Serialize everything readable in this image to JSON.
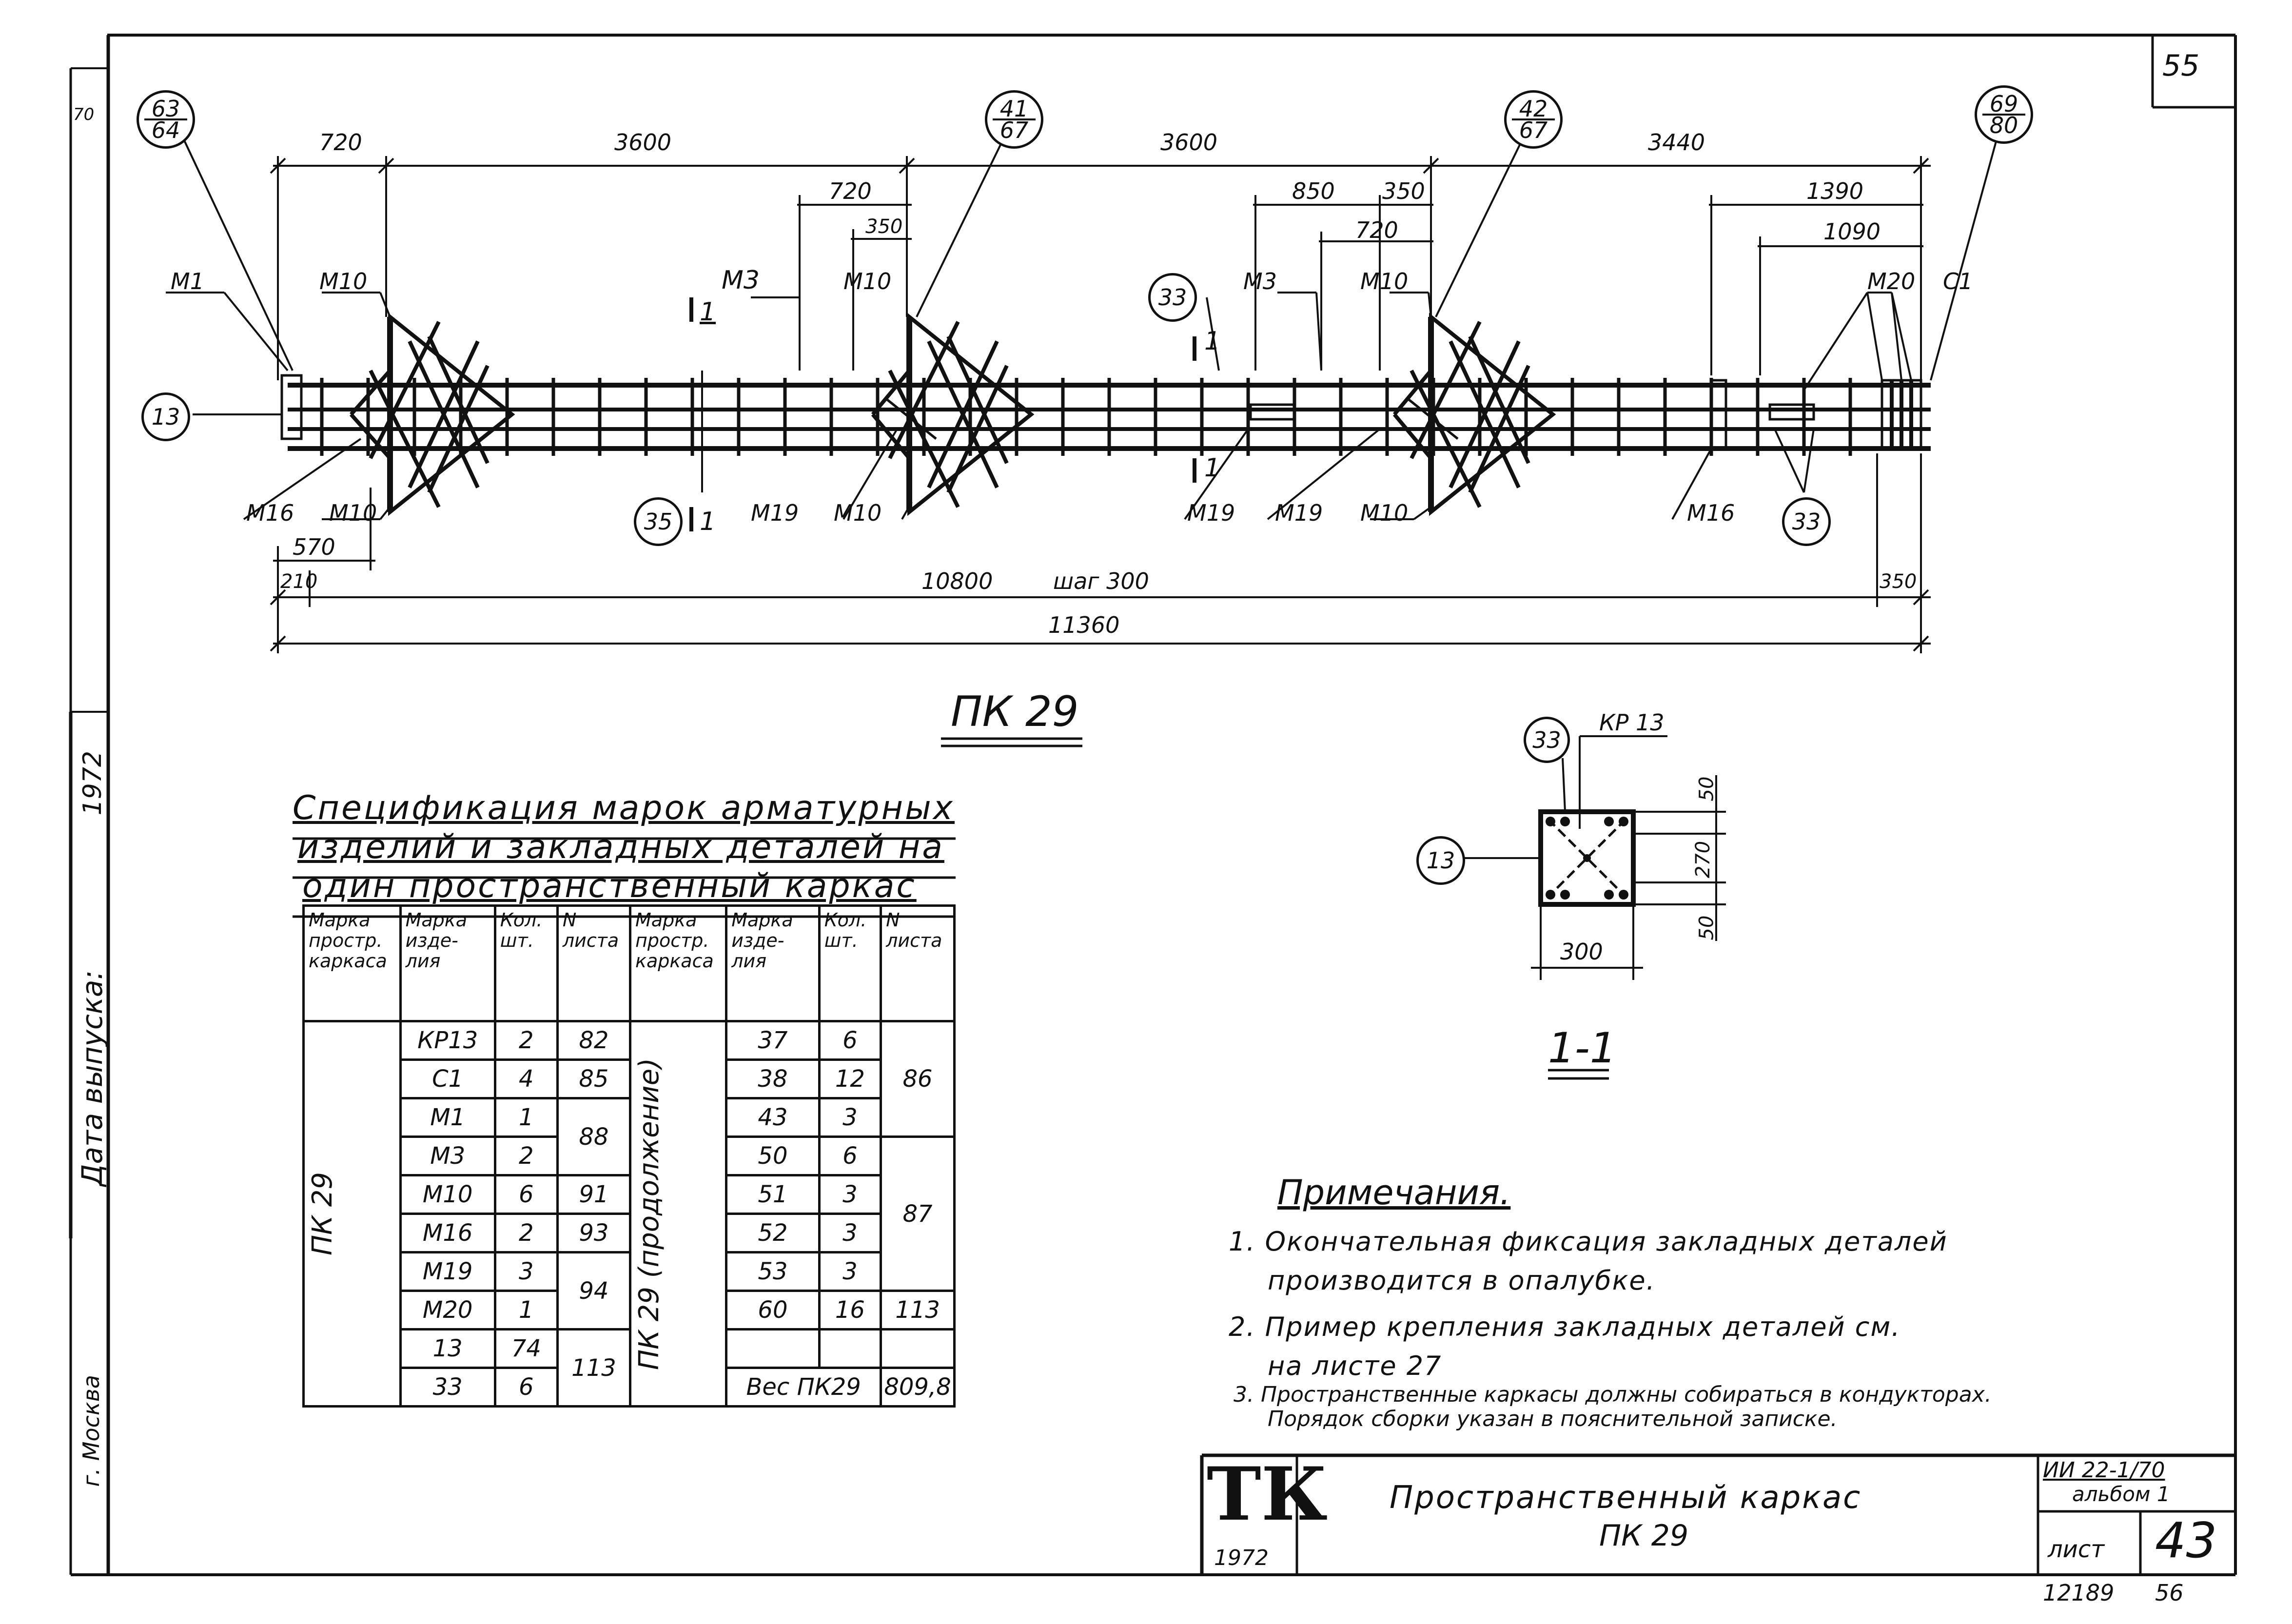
{
  "sheet_number": "55",
  "top_left_label": "70",
  "drawing": {
    "dims_top": [
      "720",
      "3600",
      "3600",
      "3440"
    ],
    "dims_second": [
      "720",
      "350",
      "850",
      "350",
      "720",
      "1390",
      "1090"
    ],
    "dims_bottom": [
      "570",
      "210",
      "10800",
      "шаг 300",
      "350",
      "11360"
    ],
    "circle_labels": {
      "c63_top": "63",
      "c63_bot": "64",
      "c41_top": "41",
      "c41_bot": "67",
      "c42_top": "42",
      "c42_bot": "67",
      "c69_top": "69",
      "c69_bot": "80",
      "c13": "13",
      "c35": "35",
      "c33a": "33",
      "c33b": "33"
    },
    "marks": {
      "m1": "М1",
      "m10a": "М10",
      "m3a": "М3",
      "m10b": "М10",
      "m3b": "М3",
      "m10c": "М10",
      "m20": "М20",
      "c1": "С1",
      "m16a": "М16",
      "m10d": "М10",
      "m19a": "М19",
      "m10e": "М10",
      "m19b": "М19",
      "m19c": "М19",
      "m10f": "М10",
      "m16b": "М16",
      "cut1": "1",
      "cut2": "1",
      "cut3": "1",
      "cut4": "1"
    },
    "caption": "ПК 29"
  },
  "section": {
    "circle_33": "33",
    "kp_label": "КР 13",
    "circle_13": "13",
    "dim_50a": "50",
    "dim_270": "270",
    "dim_50b": "50",
    "dim_300": "300",
    "caption": "1-1"
  },
  "spec": {
    "title_1": "Спецификация марок арматурных",
    "title_2": "изделий и закладных деталей на",
    "title_3": "один пространственный каркас",
    "headers": {
      "h1": "Марка простр. каркаса",
      "h2": "Марка изде- лия",
      "h3": "Кол. шт.",
      "h4": "N листа"
    },
    "left_group": "ПК 29",
    "right_group": "ПК 29 (продолжение)",
    "left_rows": [
      {
        "mark": "КР13",
        "qty": "2",
        "sheet": "82"
      },
      {
        "mark": "С1",
        "qty": "4",
        "sheet": "85"
      },
      {
        "mark": "М1",
        "qty": "1",
        "sheet": "88"
      },
      {
        "mark": "М3",
        "qty": "2",
        "sheet": ""
      },
      {
        "mark": "М10",
        "qty": "6",
        "sheet": "91"
      },
      {
        "mark": "М16",
        "qty": "2",
        "sheet": "93"
      },
      {
        "mark": "М19",
        "qty": "3",
        "sheet": "94"
      },
      {
        "mark": "М20",
        "qty": "1",
        "sheet": ""
      },
      {
        "mark": "13",
        "qty": "74",
        "sheet": "113"
      },
      {
        "mark": "33",
        "qty": "6",
        "sheet": ""
      }
    ],
    "right_rows": [
      {
        "mark": "37",
        "qty": "6"
      },
      {
        "mark": "38",
        "qty": "12"
      },
      {
        "mark": "43",
        "qty": "3"
      },
      {
        "mark": "50",
        "qty": "6"
      },
      {
        "mark": "51",
        "qty": "3"
      },
      {
        "mark": "52",
        "qty": "3"
      },
      {
        "mark": "53",
        "qty": "3"
      },
      {
        "mark": "60",
        "qty": "16",
        "sheet": "113"
      }
    ],
    "right_sheet_86": "86",
    "right_sheet_87": "87",
    "weight_label": "Вес ПК29",
    "weight_value": "809,8"
  },
  "notes": {
    "title": "Примечания.",
    "n1_a": "1. Окончательная фиксация закладных деталей",
    "n1_b": "производится в опалубке.",
    "n2_a": "2. Пример крепления закладных деталей см.",
    "n2_b": "на листе 27",
    "n3_a": "3. Пространственные каркасы должны собираться в кондукторах.",
    "n3_b": "Порядок сборки указан в пояснительной записке."
  },
  "side": {
    "date_label": "Дата выпуска:",
    "year": "1972",
    "city": "г. Москва"
  },
  "titleblock": {
    "logo": "ТК",
    "logo_year": "1972",
    "name_1": "Пространственный каркас",
    "name_2": "ПК 29",
    "series_1": "ИИ 22-1/70",
    "series_2": "альбом 1",
    "sheet_label": "лист",
    "sheet_no": "43",
    "under_1": "12189",
    "under_2": "56"
  }
}
